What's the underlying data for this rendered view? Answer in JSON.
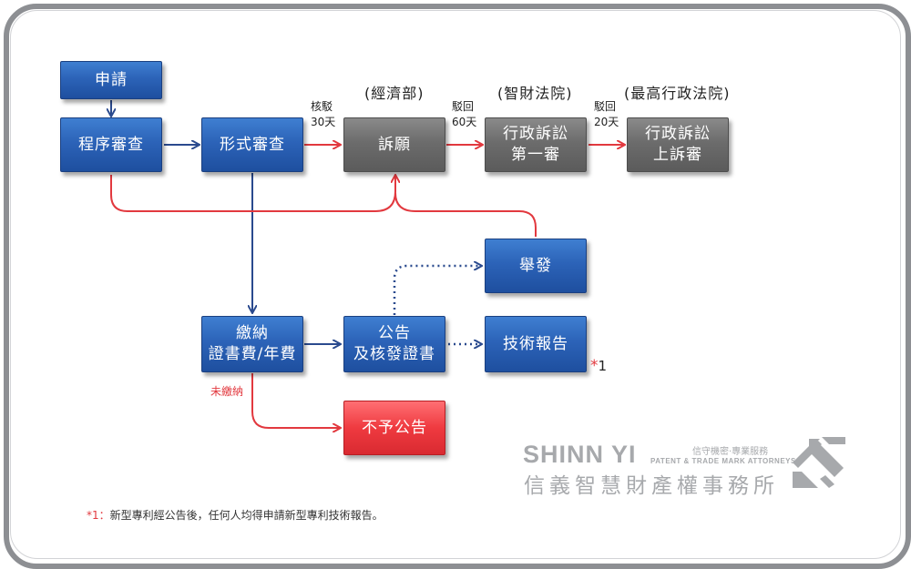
{
  "boxes": {
    "apply": "申請",
    "procedural_review": "程序審查",
    "formal_review": "形式審查",
    "appeal": "訴願",
    "admin_first": "行政訴訟\n第一審",
    "admin_appeal": "行政訴訟\n上訴審",
    "invalidation": "舉發",
    "pay_fee": "繳納\n證書費/年費",
    "publish": "公告\n及核發證書",
    "tech_report": "技術報告",
    "no_publish": "不予公告"
  },
  "headers": {
    "moea": "(經濟部)",
    "ip_court": "(智財法院)",
    "supreme_court": "(最高行政法院)"
  },
  "labels": {
    "reject_30": "核駁\n30天",
    "dismiss_60": "駁回\n60天",
    "dismiss_20": "駁回\n20天",
    "unpaid": "未繳納",
    "star_mark": "*",
    "star_num": "1"
  },
  "footnote": {
    "marker": "*1：",
    "text": "新型專利經公告後，任何人均得申請新型專利技術報告。"
  },
  "logo": {
    "en": "SHINN YI",
    "tagline_zh": "信守機密‧專業服務",
    "tagline_en": "PATENT & TRADE MARK ATTORNEYS",
    "zh": "信義智慧財產權事務所",
    "mark_icon": "shinn-yi-logo-mark"
  },
  "colors": {
    "flow_blue": "#2a4a8e",
    "flow_red": "#e2393f",
    "box_blue": "#2c63b8",
    "box_gray": "#6c6c6c",
    "box_red": "#ef3a40"
  }
}
